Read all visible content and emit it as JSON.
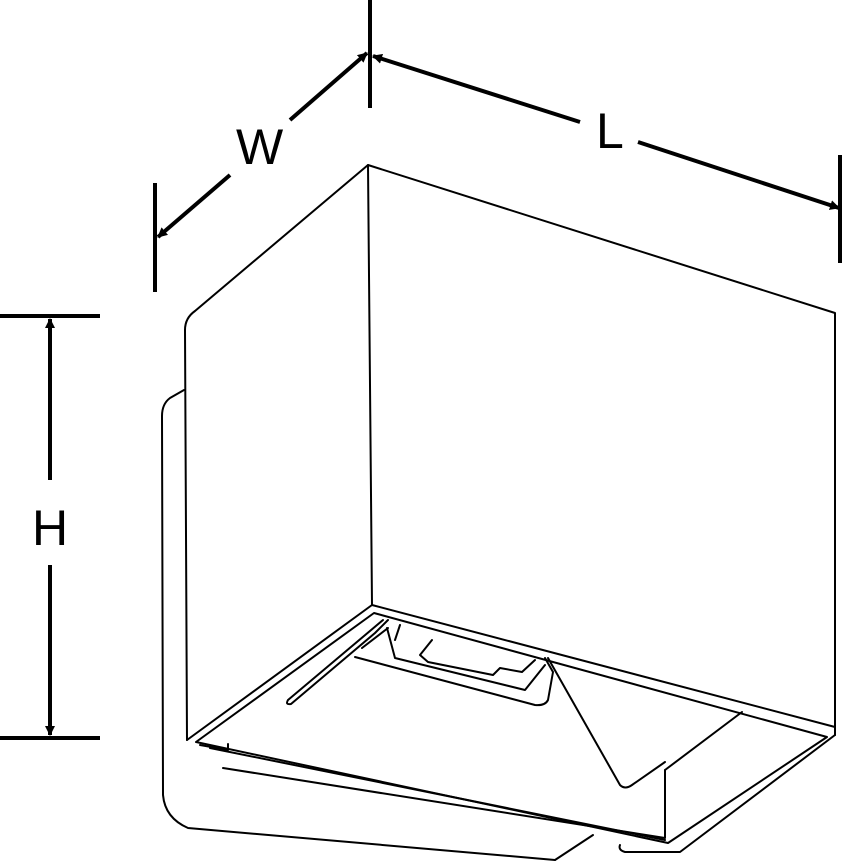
{
  "dimensions": {
    "width_label": "W",
    "length_label": "L",
    "height_label": "H"
  },
  "colors": {
    "line": "#000000",
    "background": "#ffffff"
  }
}
